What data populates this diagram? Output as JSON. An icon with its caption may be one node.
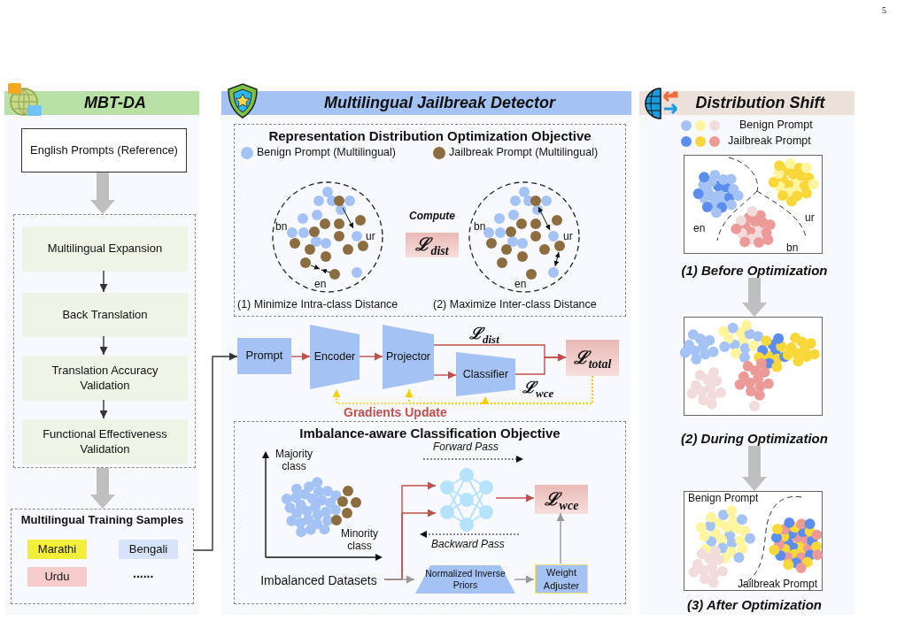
{
  "diagram": {
    "nodes": [
      {
        "text": [
          "MBT-DA"
        ]
      },
      {
        "text": [
          "English Prompts (Reference)"
        ],
        "in": 0
      },
      {
        "text": [],
        "shape": "box",
        "in": 0
      },
      {
        "text": [
          "Multilingual Expansion"
        ],
        "in": 2
      },
      {
        "text": [
          "Back Translation"
        ],
        "in": 2
      },
      {
        "text": [
          "Translation Accuracy Validation"
        ],
        "in": 2
      },
      {
        "text": [
          "Functional Effectiveness Validation"
        ],
        "in": 2
      },
      {
        "text": [
          "Multilingual Training Samples"
        ],
        "in": 0
      },
      {
        "text": [
          "Marathi"
        ],
        "in": 7
      },
      {
        "text": [
          "Bengali"
        ],
        "in": 7
      },
      {
        "text": [
          "Urdu"
        ],
        "in": 7
      },
      {
        "text": [
          "Multilingual Jailbreak Detector"
        ]
      },
      {
        "text": [
          "Representation Distribution Optimization Objective"
        ],
        "in": 11
      },
      {
        "text": [
          "Compute",
          "ℒ$_{dist}$"
        ],
        "in": 12
      },
      {
        "text": [
          "Prompt"
        ],
        "in": 11
      },
      {
        "text": [
          "Encoder"
        ],
        "in": 11
      },
      {
        "text": [
          "Projector"
        ],
        "in": 11
      },
      {
        "text": [
          "Classifier"
        ],
        "in": 11
      },
      {
        "text": [
          "ℒ$_{total}$"
        ],
        "in": 11
      },
      {
        "text": [
          "Imbalance-aware Classification Objective"
        ],
        "in": 11
      },
      {
        "text": [],
        "shape": "picture",
        "in": 19
      },
      {
        "text": [
          "ℒ$_{wce}$"
        ],
        "in": 19
      },
      {
        "text": [
          "Imbalanced Datasets"
        ],
        "in": 19
      },
      {
        "text": [
          "Normalized Inverse Priors"
        ],
        "in": 19
      },
      {
        "text": [
          "Weight Adjuster"
        ],
        "in": 19
      },
      {
        "text": [
          "Distribution Shift"
        ]
      },
      {
        "text": [],
        "shape": "box",
        "in": 25,
        "beside": [
          "(1) Before Optimization"
        ]
      },
      {
        "text": [],
        "shape": "box",
        "in": 25,
        "beside": [
          "(2) During Optimization"
        ]
      },
      {
        "text": [],
        "shape": "box",
        "in": 25,
        "beside": [
          "(3) After Optimization"
        ]
      }
    ],
    "edges": [
      {
        "from": 1,
        "to": 2,
        "arrow": "to",
        "style": "thick",
        "color": "#bfbfbf"
      },
      {
        "from": 3,
        "to": 4,
        "arrow": "to",
        "color": "#333333"
      },
      {
        "from": 4,
        "to": 5,
        "arrow": "to",
        "color": "#333333"
      },
      {
        "from": 5,
        "to": 6,
        "arrow": "to",
        "color": "#333333"
      },
      {
        "from": 2,
        "to": 7,
        "arrow": "to",
        "style": "thick",
        "color": "#bfbfbf"
      },
      {
        "from": 7,
        "to": 14,
        "arrow": "to",
        "color": "#333333"
      },
      {
        "from": 14,
        "to": 15,
        "arrow": "to",
        "color": "#c0504d"
      },
      {
        "from": 15,
        "to": 16,
        "arrow": "to",
        "color": "#c0504d"
      },
      {
        "from": 16,
        "to": 17,
        "arrow": "to",
        "color": "#c0504d"
      },
      {
        "from": 16,
        "to": 18,
        "arrow": "to",
        "color": "#c0504d",
        "label": "ℒ$_{dist}$"
      },
      {
        "from": 17,
        "to": 18,
        "arrow": "to",
        "color": "#c0504d",
        "label": "ℒ$_{wce}$"
      },
      {
        "from": 18,
        "to": 15,
        "arrow": "to",
        "style": "dashed",
        "color": "#f5d000",
        "label": "Gradients Update"
      },
      {
        "from": 18,
        "to": 16,
        "arrow": "to",
        "style": "dashed",
        "color": "#f5d000"
      },
      {
        "from": 18,
        "to": 17,
        "arrow": "to",
        "style": "dashed",
        "color": "#f5d000"
      },
      {
        "from": 22,
        "to": 20,
        "arrow": "to",
        "color": "#c0504d"
      },
      {
        "from": 22,
        "to": 20,
        "arrow": "to",
        "color": "#c0504d"
      },
      {
        "from": 20,
        "to": 21,
        "arrow": "to",
        "color": "#c0504d"
      },
      {
        "from": 22,
        "to": 23,
        "arrow": "to",
        "color": "#999999"
      },
      {
        "from": 23,
        "to": 24,
        "arrow": "to",
        "color": "#999999"
      },
      {
        "from": 24,
        "to": 21,
        "arrow": "to",
        "color": "#999999"
      },
      {
        "from": 26,
        "to": 27,
        "arrow": "to",
        "style": "thick",
        "color": "#bfbfbf"
      },
      {
        "from": 27,
        "to": 28,
        "arrow": "to",
        "style": "thick",
        "color": "#bfbfbf"
      }
    ],
    "labels": [
      "5",
      "......",
      "bn",
      "ur",
      "en",
      "bn",
      "ur",
      "en",
      "(1) Minimize Intra-class Distance",
      "(2) Maximize Inter-class Distance",
      "Forward Pass",
      "Majority class",
      "Minority class",
      "Backward Pass",
      "en",
      "ur",
      "bn",
      "Benign Prompt",
      "Jailbreak Prompt"
    ],
    "legend": [
      {
        "text": "Benign Prompt (Multilingual)",
        "color": "#a4c2f4"
      },
      {
        "text": "Jailbreak Prompt (Multilingual)",
        "color": "#8c6d3f"
      },
      {
        "text": "Benign Prompt"
      },
      {
        "text": "Jailbreak Prompt"
      }
    ]
  }
}
